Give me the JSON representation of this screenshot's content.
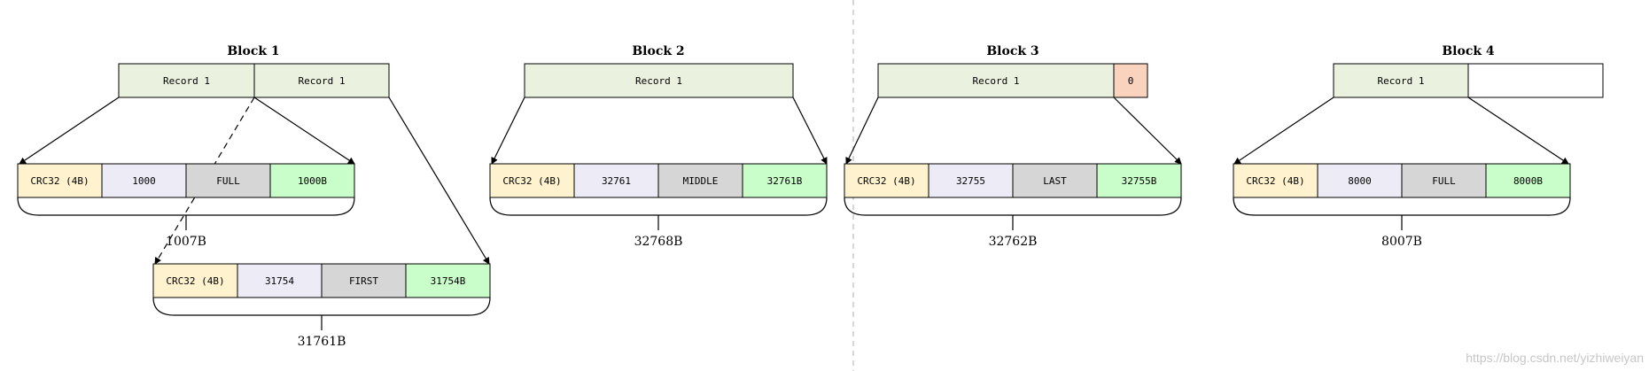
{
  "colors": {
    "record": "#eaf2df",
    "crc": "#fff3cf",
    "length": "#edebf5",
    "type": "#d6d6d6",
    "payload": "#c9fdc9",
    "zero_fill": "#f9d3bd",
    "stroke": "#000000",
    "separator": "#c8c8c8",
    "watermark": "#c6c6c6"
  },
  "blocks": [
    {
      "title": "Block 1",
      "cells": [
        {
          "label": "Record 1",
          "kind": "record"
        },
        {
          "label": "Record 1",
          "kind": "record"
        }
      ]
    },
    {
      "title": "Block 2",
      "cells": [
        {
          "label": "Record 1",
          "kind": "record"
        }
      ]
    },
    {
      "title": "Block 3",
      "cells": [
        {
          "label": "Record 1",
          "kind": "record"
        },
        {
          "label": "0",
          "kind": "zero_fill"
        }
      ]
    },
    {
      "title": "Block 4",
      "cells": [
        {
          "label": "Record 1",
          "kind": "record"
        },
        {
          "label": "",
          "kind": "empty"
        }
      ]
    }
  ],
  "records": [
    {
      "crc": "CRC32 (4B)",
      "length": "1000",
      "type": "FULL",
      "payload": "1000B",
      "total": "1007B"
    },
    {
      "crc": "CRC32 (4B)",
      "length": "31754",
      "type": "FIRST",
      "payload": "31754B",
      "total": "31761B"
    },
    {
      "crc": "CRC32 (4B)",
      "length": "32761",
      "type": "MIDDLE",
      "payload": "32761B",
      "total": "32768B"
    },
    {
      "crc": "CRC32 (4B)",
      "length": "32755",
      "type": "LAST",
      "payload": "32755B",
      "total": "32762B"
    },
    {
      "crc": "CRC32 (4B)",
      "length": "8000",
      "type": "FULL",
      "payload": "8000B",
      "total": "8007B"
    }
  ],
  "watermark": "https://blog.csdn.net/yizhiweiyan"
}
